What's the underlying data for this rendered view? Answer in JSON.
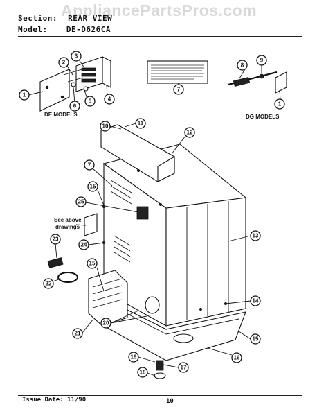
{
  "watermark": "AppliancePartsPros.com",
  "header": {
    "section_label": "Section:",
    "section_value": "REAR VIEW",
    "model_label": "Model:",
    "model_value": "DE-D626CA"
  },
  "groups": {
    "de_models": "DE MODELS",
    "dg_models": "DG MODELS"
  },
  "annotation": {
    "see_above_line1": "See above",
    "see_above_line2": "drawings"
  },
  "footer": {
    "issue_date": "Issue Date: 11/90",
    "page_number": "10"
  },
  "callouts": [
    "1",
    "2",
    "3",
    "4",
    "5",
    "6",
    "7",
    "8",
    "9",
    "1",
    "7",
    "10",
    "11",
    "12",
    "13",
    "14",
    "15",
    "15",
    "15",
    "16",
    "17",
    "18",
    "19",
    "20",
    "21",
    "22",
    "23",
    "24",
    "25"
  ]
}
